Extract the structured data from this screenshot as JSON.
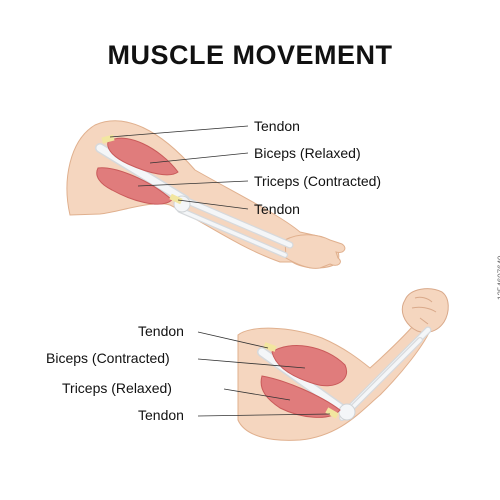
{
  "title": "MUSCLE MOVEMENT",
  "top_arm": {
    "labels": [
      "Tendon",
      "Biceps (Relaxed)",
      "Triceps (Contracted)",
      "Tendon"
    ]
  },
  "bottom_arm": {
    "labels": [
      "Tendon",
      "Biceps (Contracted)",
      "Triceps (Relaxed)",
      "Tendon"
    ]
  },
  "image_code": "1254607640",
  "colors": {
    "skin": "#f5d6bf",
    "skin_shade": "#e8b99b",
    "muscle": "#e07c7c",
    "muscle_dark": "#c95a5a",
    "bone": "#eef0f2",
    "tendon": "#f2e6a0",
    "line": "#333333"
  }
}
